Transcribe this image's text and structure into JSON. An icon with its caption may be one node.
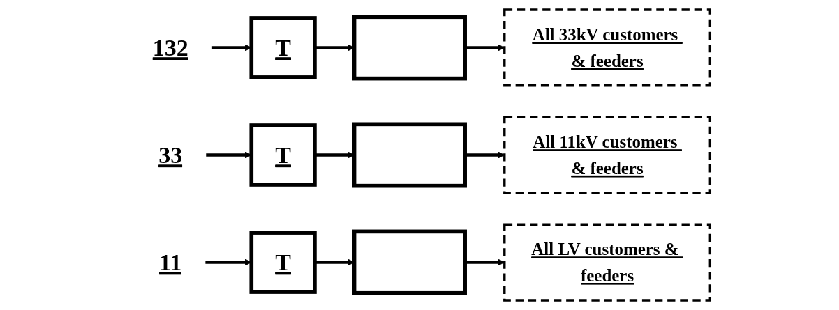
{
  "diagram": {
    "nodes": [
      {
        "text": [
          "132"
        ]
      },
      {
        "text": [
          "T"
        ]
      },
      {
        "text": [],
        "shape": "box"
      },
      {
        "text": [
          "All 33kV customers & feeders"
        ]
      },
      {
        "text": [
          "33"
        ]
      },
      {
        "text": [
          "T"
        ]
      },
      {
        "text": [],
        "shape": "box"
      },
      {
        "text": [
          "All 11kV customers & feeders"
        ]
      },
      {
        "text": [
          "11"
        ]
      },
      {
        "text": [
          "T"
        ]
      },
      {
        "text": [],
        "shape": "box"
      },
      {
        "text": [
          "All LV customers & feeders"
        ]
      }
    ],
    "edges": [
      {
        "from": 0,
        "to": 1,
        "arrow": "to"
      },
      {
        "from": 1,
        "to": 2,
        "arrow": "to"
      },
      {
        "from": 2,
        "to": 3,
        "arrow": "to"
      },
      {
        "from": 4,
        "to": 5,
        "arrow": "to"
      },
      {
        "from": 5,
        "to": 6,
        "arrow": "to"
      },
      {
        "from": 6,
        "to": 7,
        "arrow": "to"
      },
      {
        "from": 8,
        "to": 9,
        "arrow": "to"
      },
      {
        "from": 9,
        "to": 10,
        "arrow": "to"
      },
      {
        "from": 10,
        "to": 11,
        "arrow": "to"
      }
    ]
  }
}
